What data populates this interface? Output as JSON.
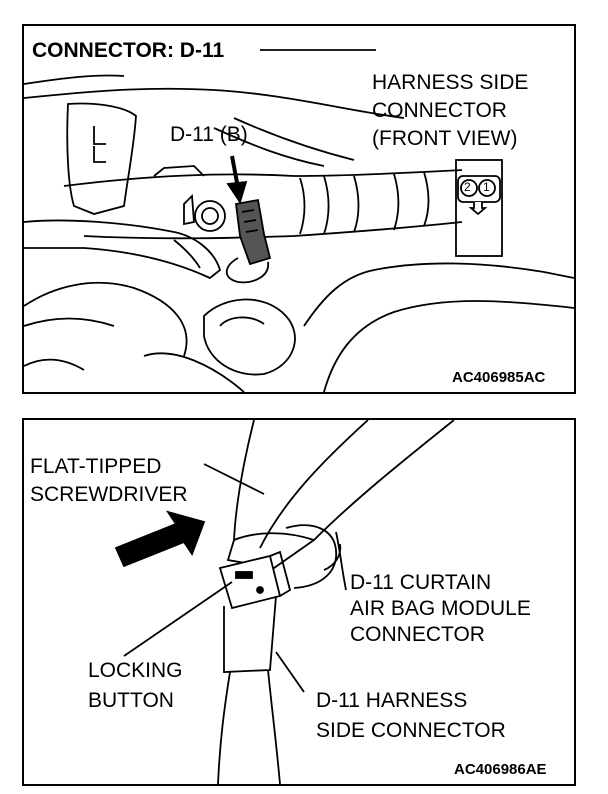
{
  "top_panel": {
    "title": "CONNECTOR: D-11",
    "connector_label": "D-11 (B)",
    "harness_label_line1": "HARNESS SIDE",
    "harness_label_line2": "CONNECTOR",
    "harness_label_line3": "(FRONT VIEW)",
    "pin_2": "2",
    "pin_1": "1",
    "code": "AC406985AC"
  },
  "bottom_panel": {
    "screwdriver_line1": "FLAT-TIPPED",
    "screwdriver_line2": "SCREWDRIVER",
    "module_line1": "D-11 CURTAIN",
    "module_line2": "AIR BAG MODULE",
    "module_line3": "CONNECTOR",
    "locking_line1": "LOCKING",
    "locking_line2": "BUTTON",
    "harness_line1": "D-11 HARNESS",
    "harness_line2": "SIDE CONNECTOR",
    "code": "AC406986AE"
  }
}
